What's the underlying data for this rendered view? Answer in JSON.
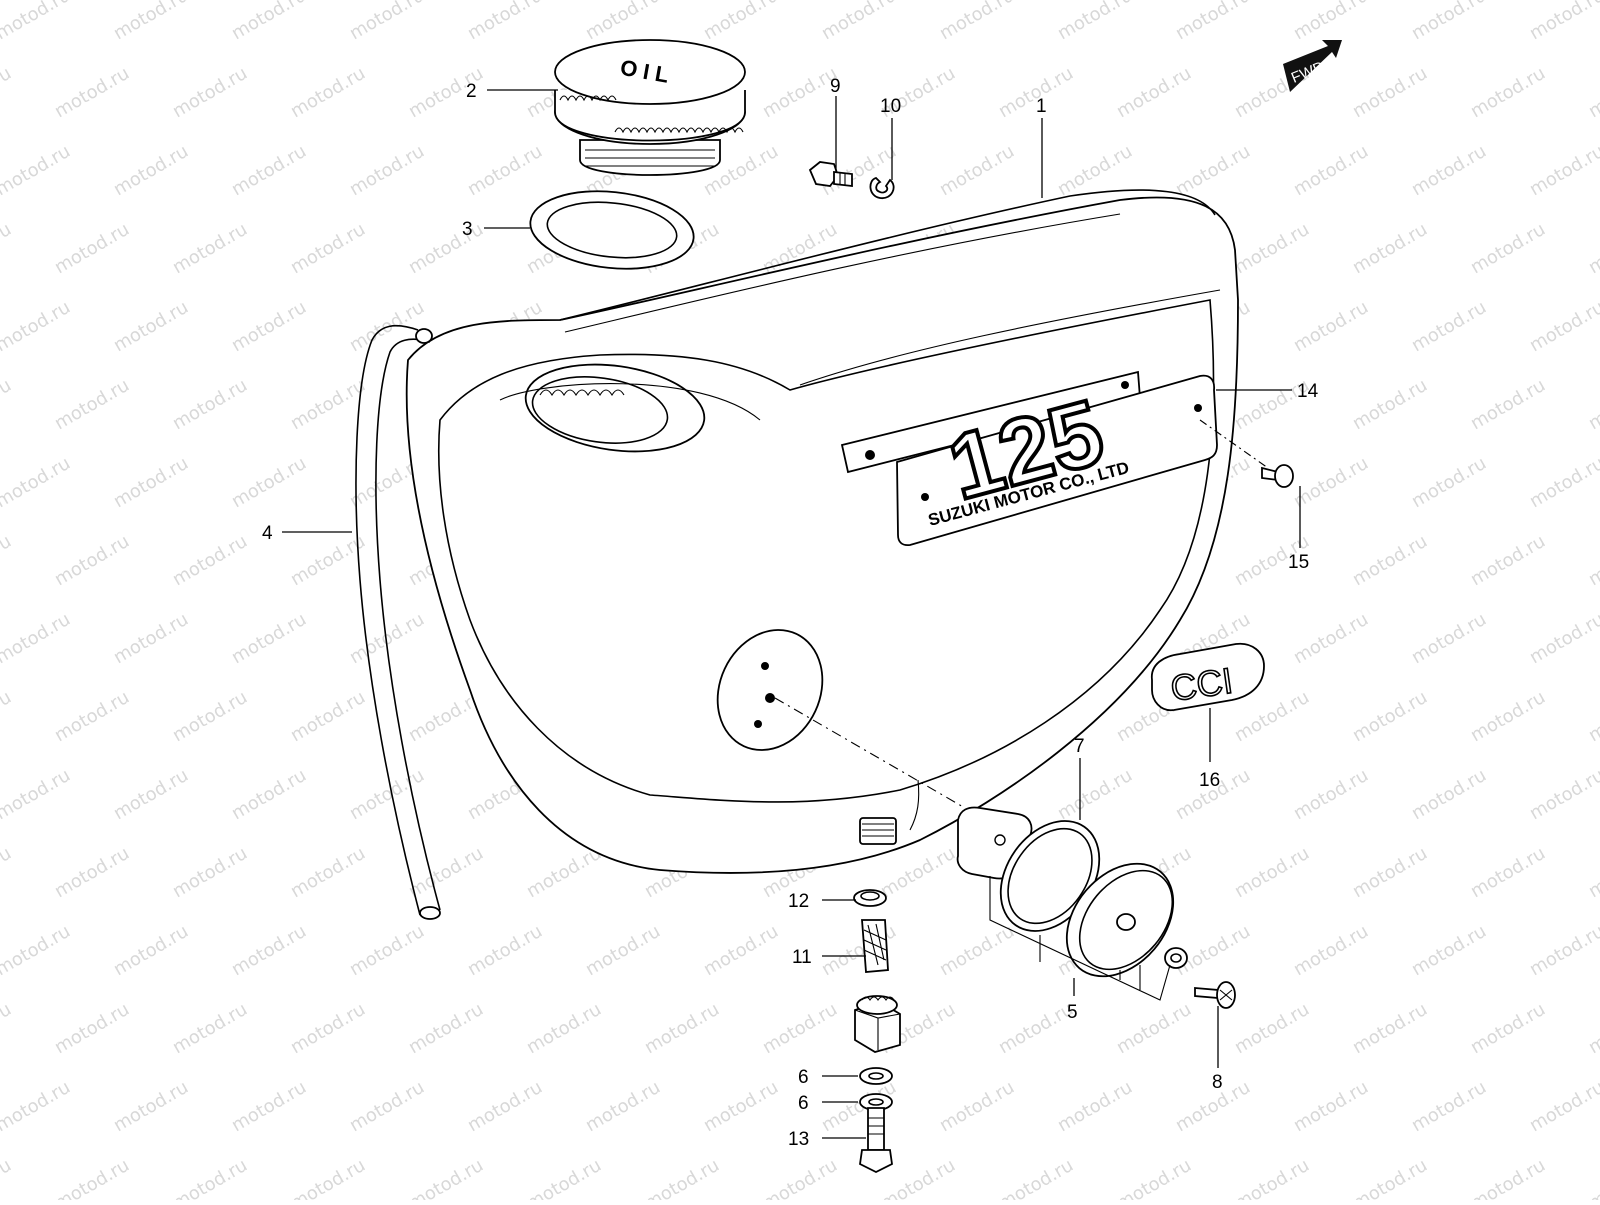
{
  "watermark": "motod.ru",
  "fwd_badge": "FWD",
  "oil_cap_text": "OIL",
  "emblem": {
    "number": "125",
    "maker": "SUZUKI MOTOR CO., LTD"
  },
  "badge_text": "CCI",
  "callouts": {
    "p1": "1",
    "p2": "2",
    "p3": "3",
    "p4": "4",
    "p5": "5",
    "p6a": "6",
    "p6b": "6",
    "p7": "7",
    "p8": "8",
    "p9": "9",
    "p10": "10",
    "p11": "11",
    "p12": "12",
    "p13": "13",
    "p14": "14",
    "p15": "15",
    "p16": "16"
  }
}
